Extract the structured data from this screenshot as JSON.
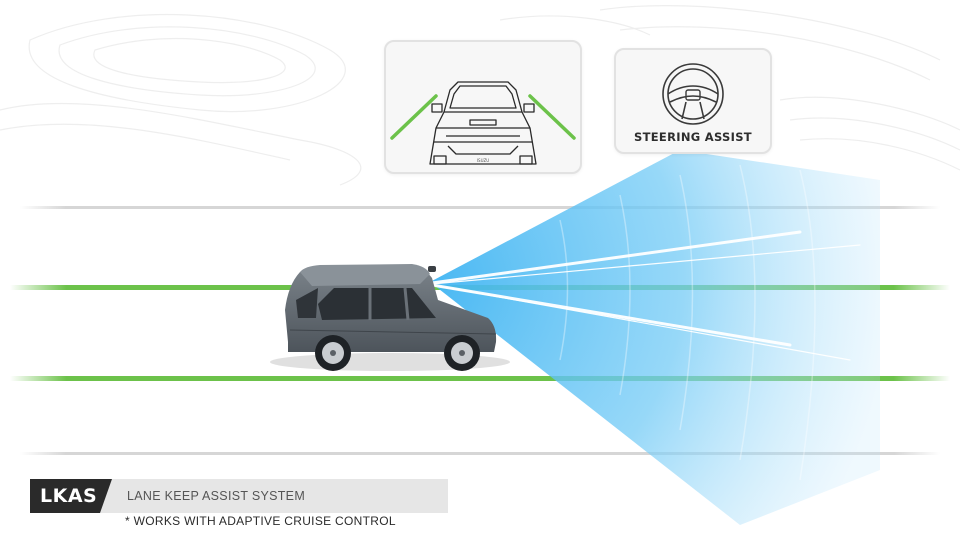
{
  "cards": {
    "steering_label": "STEERING ASSIST"
  },
  "legend": {
    "badge": "LKAS",
    "description": "LANE KEEP ASSIST SYSTEM",
    "footnote": "* WORKS WITH ADAPTIVE CRUISE CONTROL"
  },
  "colors": {
    "lane_line": "#6cc24a",
    "road_edge": "#d6d6d6",
    "sensor_beam": "#5bc0f5",
    "car_body": "#6a7178",
    "badge_bg": "#2a2a2a"
  },
  "icons": {
    "rear_camera": "car-rear-view-icon",
    "steering": "steering-wheel-icon"
  }
}
